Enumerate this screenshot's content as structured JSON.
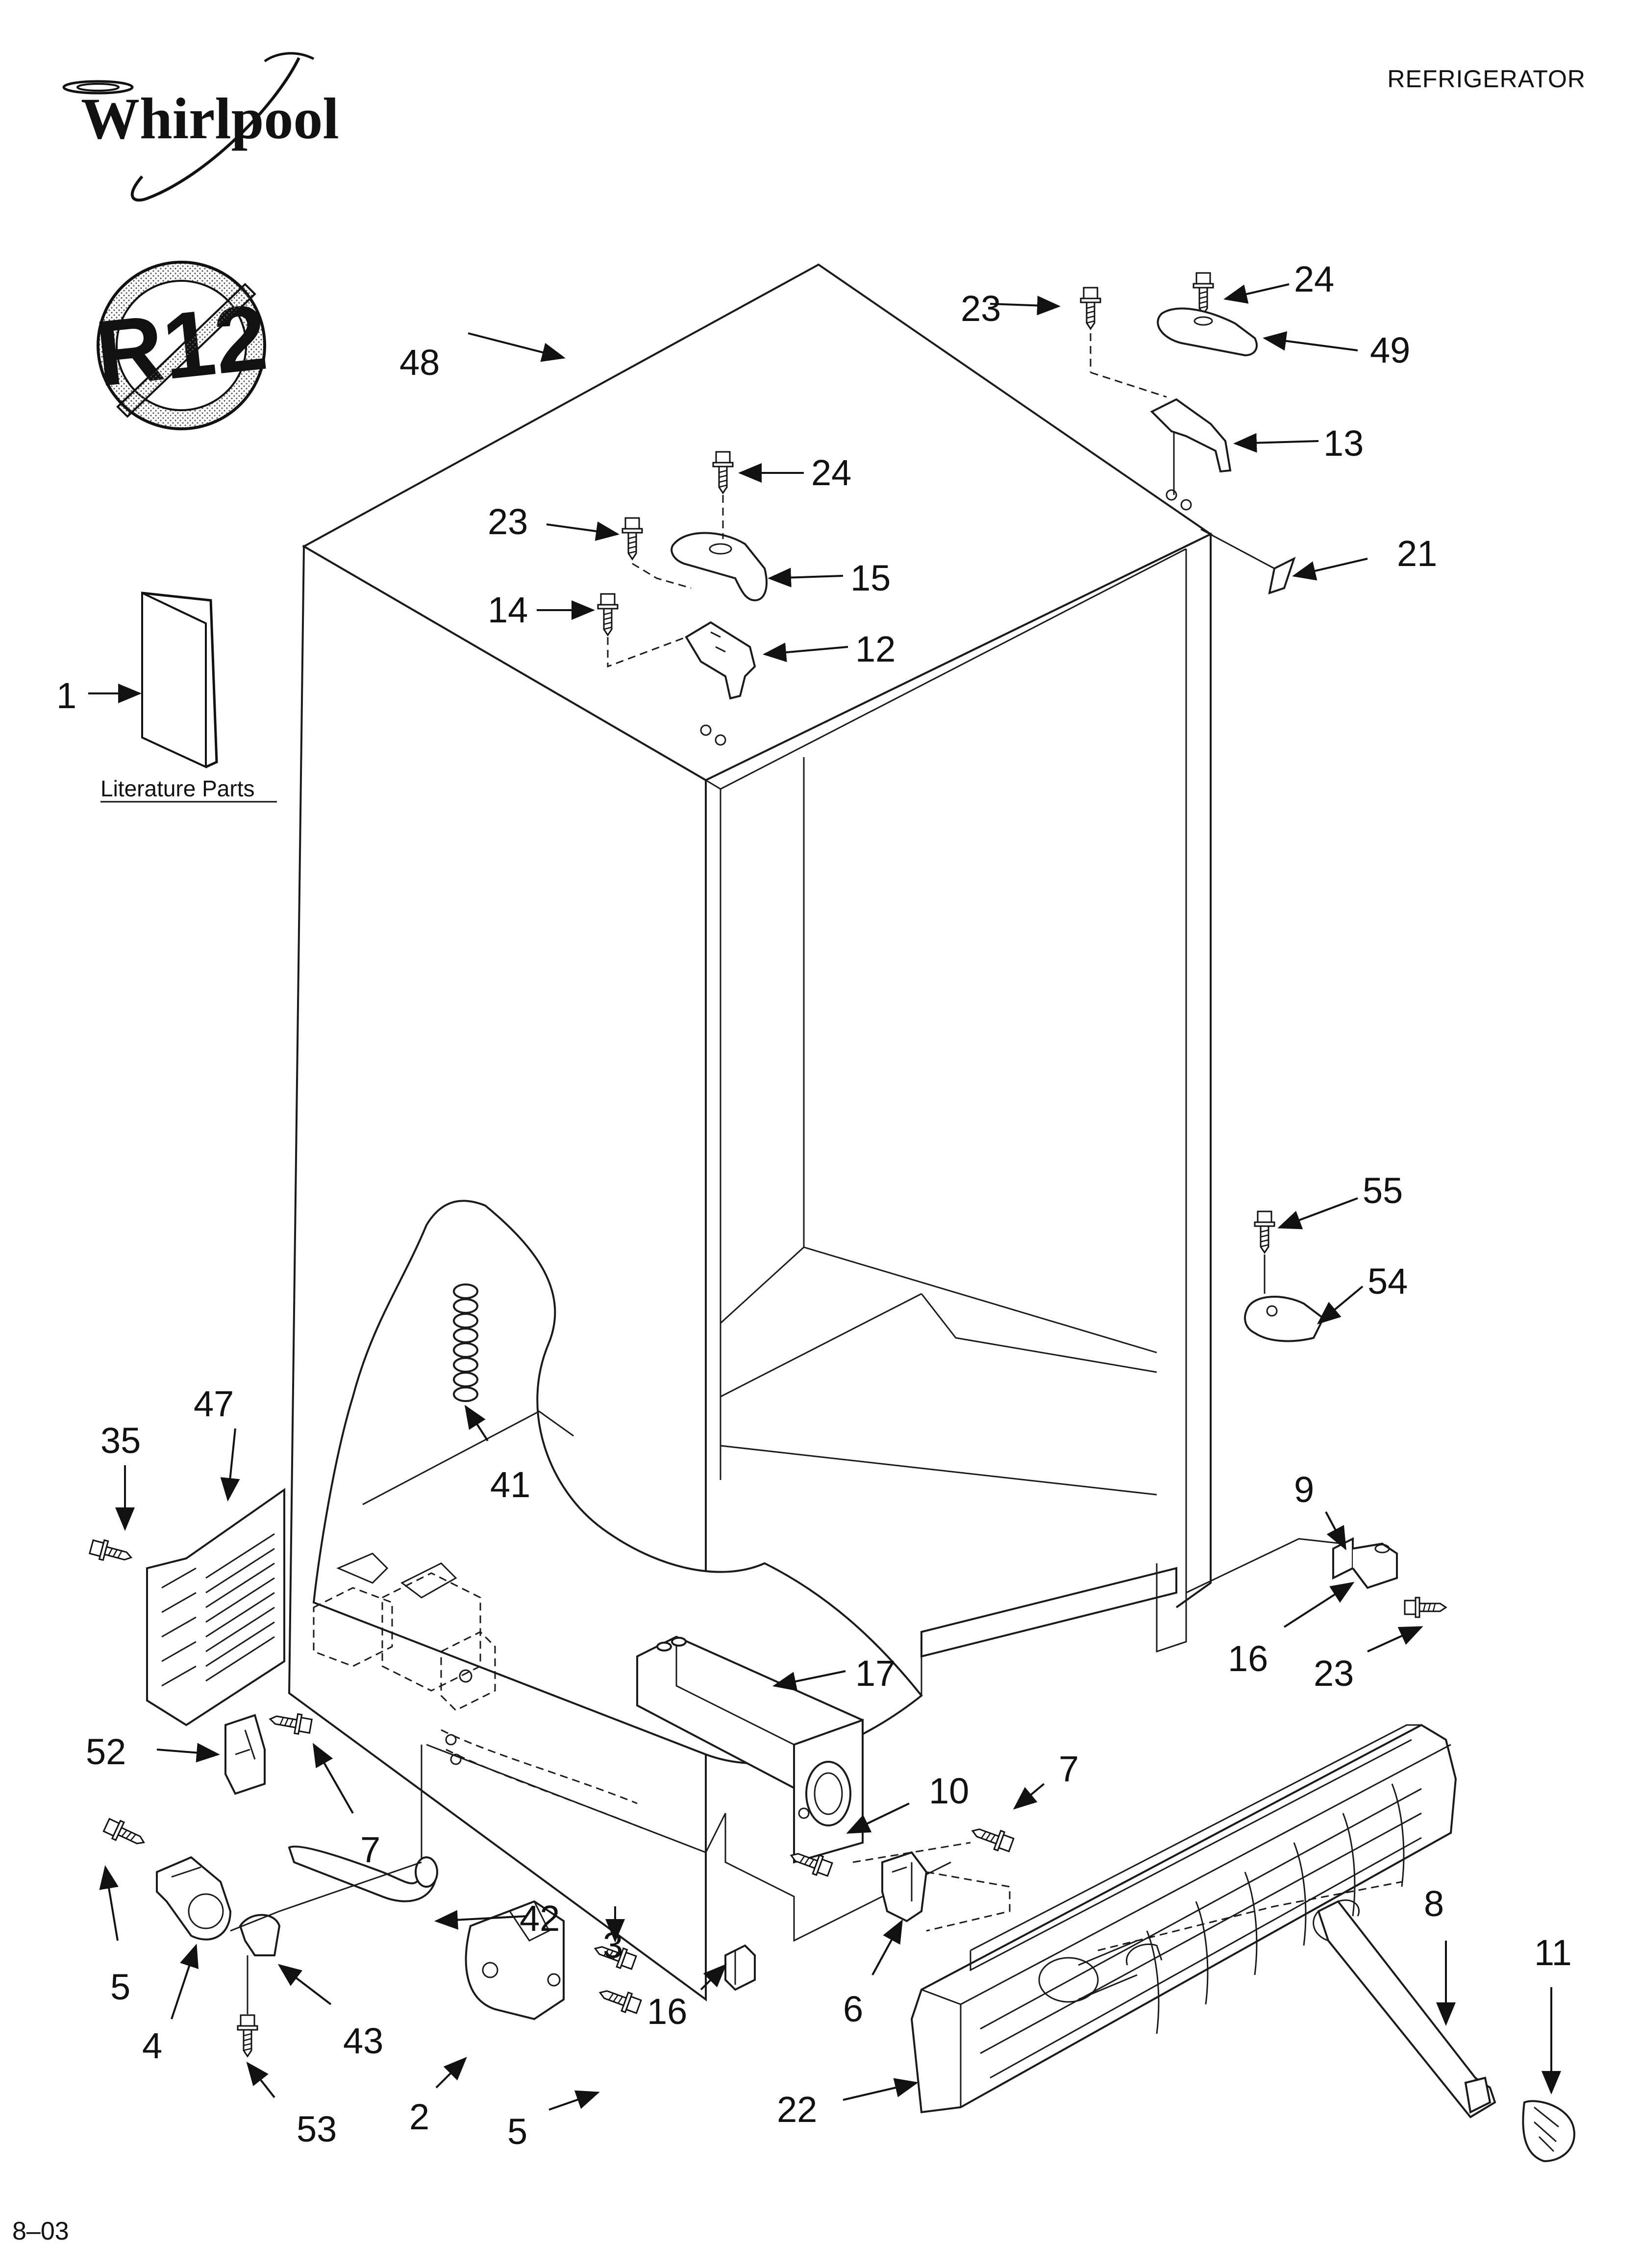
{
  "header": {
    "brand": "Whirlpool",
    "section": "REFRIGERATOR"
  },
  "badge": {
    "text": "R12",
    "icon": "no-r12-icon"
  },
  "literature": {
    "label": "Literature Parts"
  },
  "footer": {
    "code": "8–03"
  },
  "callouts": [
    "48",
    "23",
    "24",
    "49",
    "13",
    "21",
    "24",
    "23",
    "15",
    "14",
    "12",
    "1",
    "55",
    "54",
    "47",
    "35",
    "41",
    "9",
    "16",
    "23",
    "17",
    "52",
    "7",
    "10",
    "7",
    "42",
    "3",
    "16",
    "8",
    "11",
    "5",
    "4",
    "43",
    "53",
    "2",
    "5",
    "6",
    "22"
  ]
}
